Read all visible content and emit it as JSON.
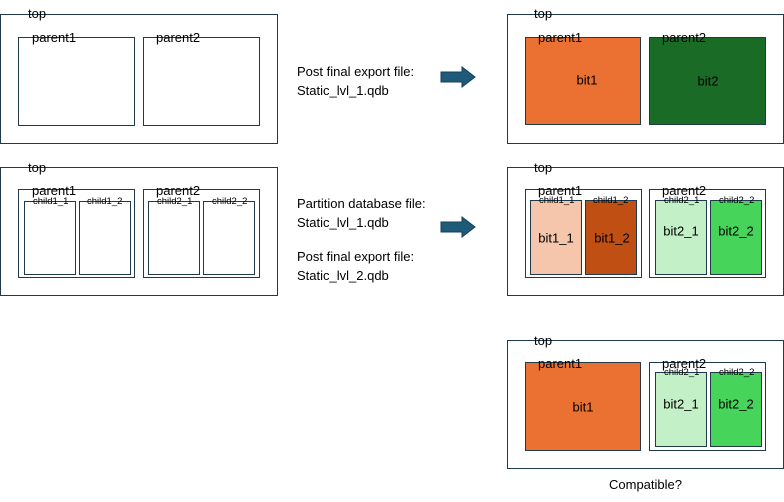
{
  "labels": {
    "top": "top",
    "parent1": "parent1",
    "parent2": "parent2",
    "child1_1": "child1_1",
    "child1_2": "child1_2",
    "child2_1": "child2_1",
    "child2_2": "child2_2"
  },
  "bits": {
    "bit1": "bit1",
    "bit2": "bit2",
    "bit1_1": "bit1_1",
    "bit1_2": "bit1_2",
    "bit2_1": "bit2_1",
    "bit2_2": "bit2_2"
  },
  "notes": {
    "row1_line1": "Post final export file:",
    "row1_line2": "Static_lvl_1.qdb",
    "row2_line1": "Partition database file:",
    "row2_line2": "Static_lvl_1.qdb",
    "row2_line3": "Post final export file:",
    "row2_line4": "Static_lvl_2.qdb",
    "question": "Compatible?"
  },
  "colors": {
    "border": "#1f3a4a",
    "orange": "#eb7132",
    "dark_green": "#1a6b25",
    "light_orange": "#f5c6ac",
    "dark_orange": "#c04f14",
    "light_green": "#c3f0c6",
    "bright_green": "#47d45b",
    "arrow": "#1e5b7a"
  }
}
